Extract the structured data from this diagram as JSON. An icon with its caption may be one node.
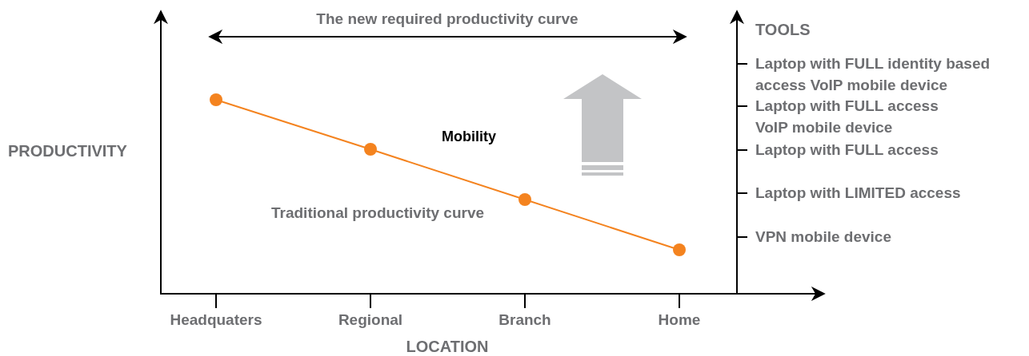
{
  "diagram": {
    "labels": [
      "The new required productivity curve",
      "TOOLS",
      "Laptop with FULL identity based access VoIP mobile device",
      "Laptop with FULL access VoIP mobile device",
      "Laptop with FULL access",
      "Laptop with LIMITED access",
      "VPN mobile device",
      "PRODUCTIVITY",
      "Mobility",
      "Traditional productivity curve",
      "Headquaters",
      "Regional",
      "Branch",
      "Home",
      "LOCATION"
    ]
  }
}
